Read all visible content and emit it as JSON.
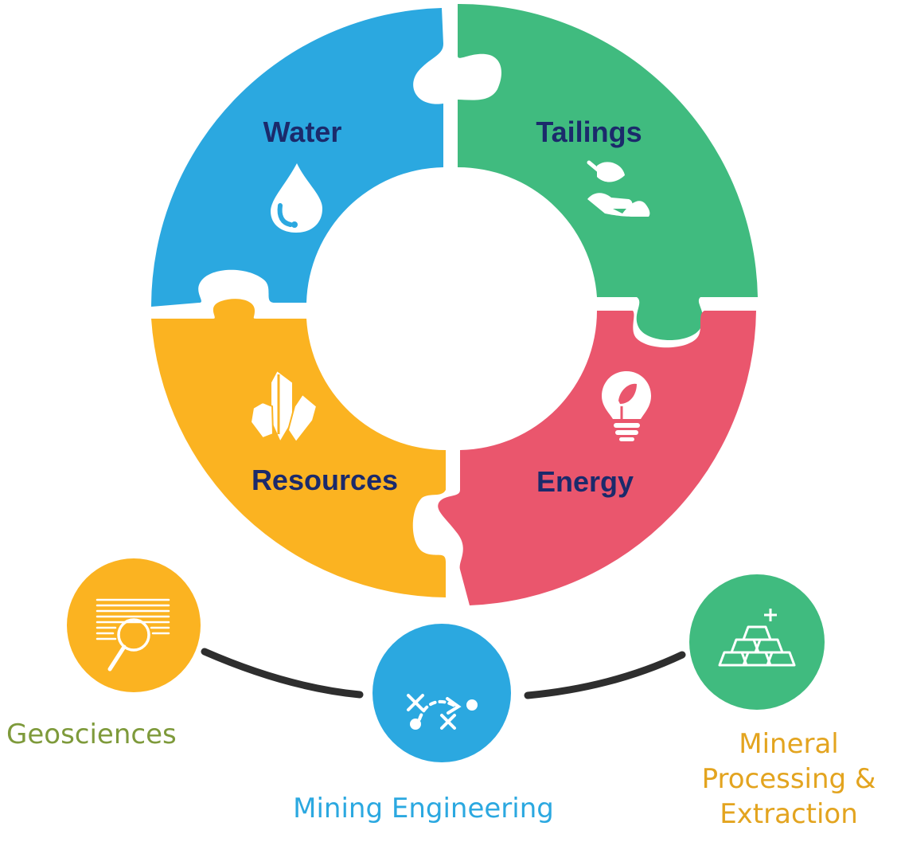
{
  "quadrants": {
    "water": {
      "label": "Water",
      "color": "#2ba8e0",
      "icon": "water-drop-icon"
    },
    "tailings": {
      "label": "Tailings",
      "color": "#40bb7f",
      "icon": "hand-leaf-icon"
    },
    "resources": {
      "label": "Resources",
      "color": "#fbb321",
      "icon": "crystal-icon"
    },
    "energy": {
      "label": "Energy",
      "color": "#ea566d",
      "icon": "lightbulb-leaf-icon"
    }
  },
  "disciplines": {
    "geosciences": {
      "label": "Geosciences",
      "color": "#fbb321",
      "text_color": "#7e9a3b",
      "icon": "document-search-icon"
    },
    "mining": {
      "label": "Mining Engineering",
      "color": "#2ba8e0",
      "text_color": "#2ba8e0",
      "icon": "strategy-icon"
    },
    "mineral": {
      "line1": "Mineral",
      "line2": "Processing &",
      "line3": "Extraction",
      "color": "#40bb7f",
      "text_color": "#e3a41f",
      "icon": "gold-bars-icon"
    }
  },
  "label_color": "#1b2a6b",
  "connector_color": "#2e2e2e"
}
